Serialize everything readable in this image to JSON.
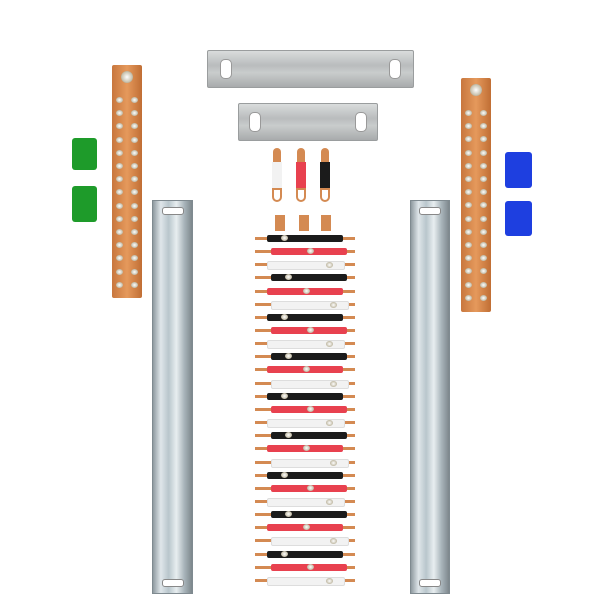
{
  "colors": {
    "copper": "#d9874b",
    "green": "#1e9b2a",
    "blue": "#1e3fe0",
    "red": "#e8414f",
    "black": "#1b1b1b",
    "white": "#f2f2f2",
    "steel": "#c2c6c7"
  },
  "bus_rows": [
    "black",
    "red",
    "white",
    "black",
    "red",
    "white",
    "black",
    "red",
    "white",
    "black",
    "red",
    "white",
    "black",
    "red",
    "white",
    "black",
    "red",
    "white",
    "black",
    "red",
    "white",
    "black",
    "red",
    "white",
    "black",
    "red",
    "white"
  ],
  "lugs": [
    "white",
    "red",
    "black"
  ],
  "copper_bar_screw_rows": 15
}
